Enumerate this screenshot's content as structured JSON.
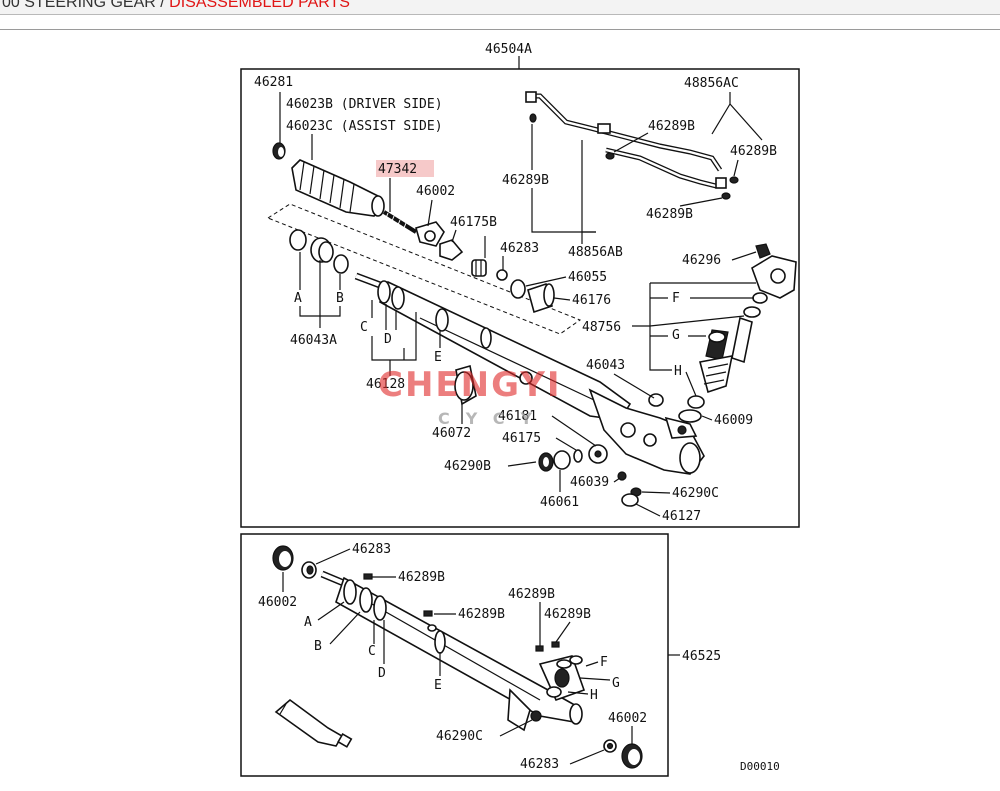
{
  "breadcrumb": {
    "prefix": "00  STEERING GEAR / ",
    "section": "DISASSEMBLED PARTS"
  },
  "diagram": {
    "id": "D00010",
    "watermark": {
      "main": "CHENGYI",
      "sub": "CYCY"
    },
    "highlight_color": "#f6c9c9",
    "upper_assembly": "46504A",
    "lower_assembly": "46525",
    "upper_labels": {
      "l46281": "46281",
      "l46023b": "46023B (DRIVER SIDE)",
      "l46023c": "46023C (ASSIST SIDE)",
      "l47342": "47342",
      "l46002": "46002",
      "l46175b": "46175B",
      "l46283": "46283",
      "l46055": "46055",
      "l46176": "46176",
      "l48856ac": "48856AC",
      "l46289b_a": "46289B",
      "l46289b_b": "46289B",
      "l46289b_c": "46289B",
      "l46289b_d": "46289B",
      "l48856ab": "48856AB",
      "l46296": "46296",
      "l48756": "48756",
      "lF": "F",
      "lG": "G",
      "lH": "H",
      "l46043": "46043",
      "l46009": "46009",
      "lA": "A",
      "lB": "B",
      "l46043a": "46043A",
      "lC": "C",
      "lD": "D",
      "lE": "E",
      "l46128": "46128",
      "l46072": "46072",
      "l46181": "46181",
      "l46175": "46175",
      "l46290b": "46290B",
      "l46039": "46039",
      "l46290c": "46290C",
      "l46061": "46061",
      "l46127": "46127"
    },
    "lower_labels": {
      "l46283a": "46283",
      "l46289b_1": "46289B",
      "l46002a": "46002",
      "l46289b_2": "46289B",
      "l46289b_3": "46289B",
      "l46289b_4": "46289B",
      "lA": "A",
      "lB": "B",
      "lC": "C",
      "lD": "D",
      "lE": "E",
      "lF": "F",
      "lG": "G",
      "lH": "H",
      "l46002b": "46002",
      "l46290c": "46290C",
      "l46283b": "46283"
    }
  }
}
